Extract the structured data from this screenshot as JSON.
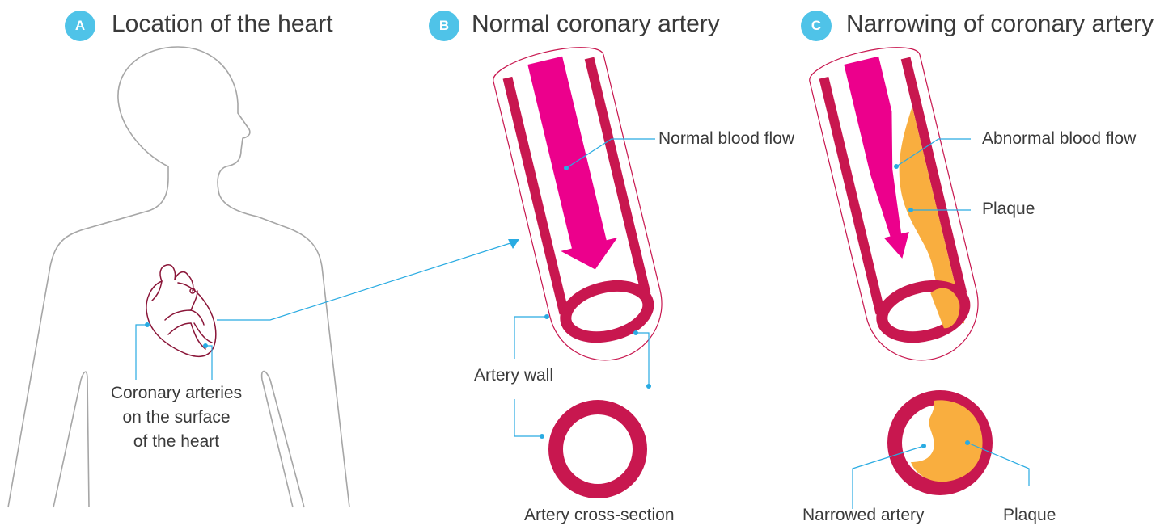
{
  "panels": [
    {
      "badge": "A",
      "title": "Location of the heart"
    },
    {
      "badge": "B",
      "title": "Normal coronary artery"
    },
    {
      "badge": "C",
      "title": "Narrowing of coronary artery"
    }
  ],
  "labels": {
    "coronary_arteries_line1": "Coronary arteries",
    "coronary_arteries_line2": "on the surface",
    "coronary_arteries_line3": "of the heart",
    "normal_blood_flow": "Normal blood flow",
    "artery_wall": "Artery wall",
    "artery_cross_section": "Artery cross-section",
    "abnormal_blood_flow": "Abnormal blood flow",
    "plaque_long": "Plaque",
    "narrowed_artery": "Narrowed artery",
    "plaque_cross": "Plaque"
  },
  "colors": {
    "badge": "#4fc3e8",
    "artery_wall": "#c8174f",
    "blood_flow": "#ec008c",
    "plaque": "#f9ae3f",
    "leader_line": "#29abe2",
    "body_outline": "#a6a6a6",
    "text": "#3a3a3a"
  },
  "icons": [
    "human-silhouette",
    "heart-icon",
    "artery-tube",
    "cross-section-ring"
  ]
}
